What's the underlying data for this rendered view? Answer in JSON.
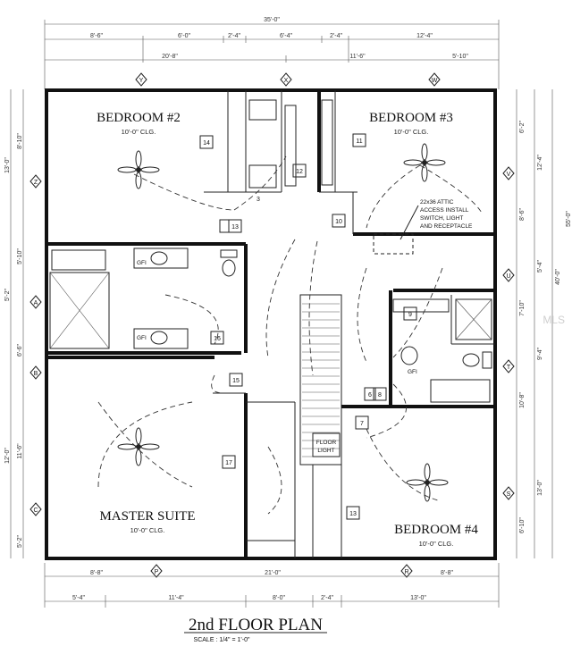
{
  "title": "2nd FLOOR PLAN",
  "scale": "SCALE : 1/4\" = 1'-0\"",
  "rooms": {
    "bedroom2": {
      "name": "BEDROOM #2",
      "ceiling": "10'-0\" CLG."
    },
    "bedroom3": {
      "name": "BEDROOM #3",
      "ceiling": "10'-0\" CLG."
    },
    "bedroom4": {
      "name": "BEDROOM #4",
      "ceiling": "10'-0\" CLG."
    },
    "master": {
      "name": "MASTER SUITE",
      "ceiling": "10'-0\" CLG."
    }
  },
  "attic_note": [
    "22x36 ATTIC",
    "ACCESS INSTALL",
    "SWITCH, LIGHT",
    "AND RECEPTACLE"
  ],
  "floor_light": [
    "FLOOR",
    "LIGHT"
  ],
  "gfi": "GFI",
  "dimensions": {
    "top_overall": "35'-0\"",
    "top_row1": [
      "8'-6\"",
      "6'-0\"",
      "2'-4\"",
      "6'-4\"",
      "2'-4\"",
      "12'-4\""
    ],
    "top_row2": [
      "20'-8\"",
      "11'-6\"",
      "5'-10\""
    ],
    "left": [
      "13'-0\"",
      "8'-10\"",
      "5'-10\"",
      "5'-2\"",
      "6'-6\"",
      "12'-0\"",
      "11'-6\"",
      "5'-2\""
    ],
    "right": [
      "6'-2\"",
      "12'-4\"",
      "8'-6\"",
      "5'-4\"",
      "7'-10\"",
      "9'-4\"",
      "10'-8\"",
      "13'-0\"",
      "6'-10\"",
      "40'-0\"",
      "55'-0\""
    ],
    "bottom_row1": [
      "8'-8\"",
      "21'-0\"",
      "8'-8\""
    ],
    "bottom_row2": [
      "5'-4\"",
      "11'-4\"",
      "8'-0\"",
      "2'-4\"",
      "13'-0\""
    ]
  },
  "grid_tags": {
    "top": [
      "Y",
      "X",
      "W"
    ],
    "left": [
      "Z",
      "A",
      "B",
      "C"
    ],
    "right": [
      "V",
      "U",
      "T",
      "S"
    ],
    "bottom": [
      "P",
      "R"
    ]
  },
  "circuit_tags": [
    "14",
    "12",
    "11",
    "10",
    "9",
    "8",
    "7",
    "6",
    "13",
    "13",
    "13",
    "15",
    "16",
    "17",
    "3"
  ],
  "watermark": "MLS"
}
